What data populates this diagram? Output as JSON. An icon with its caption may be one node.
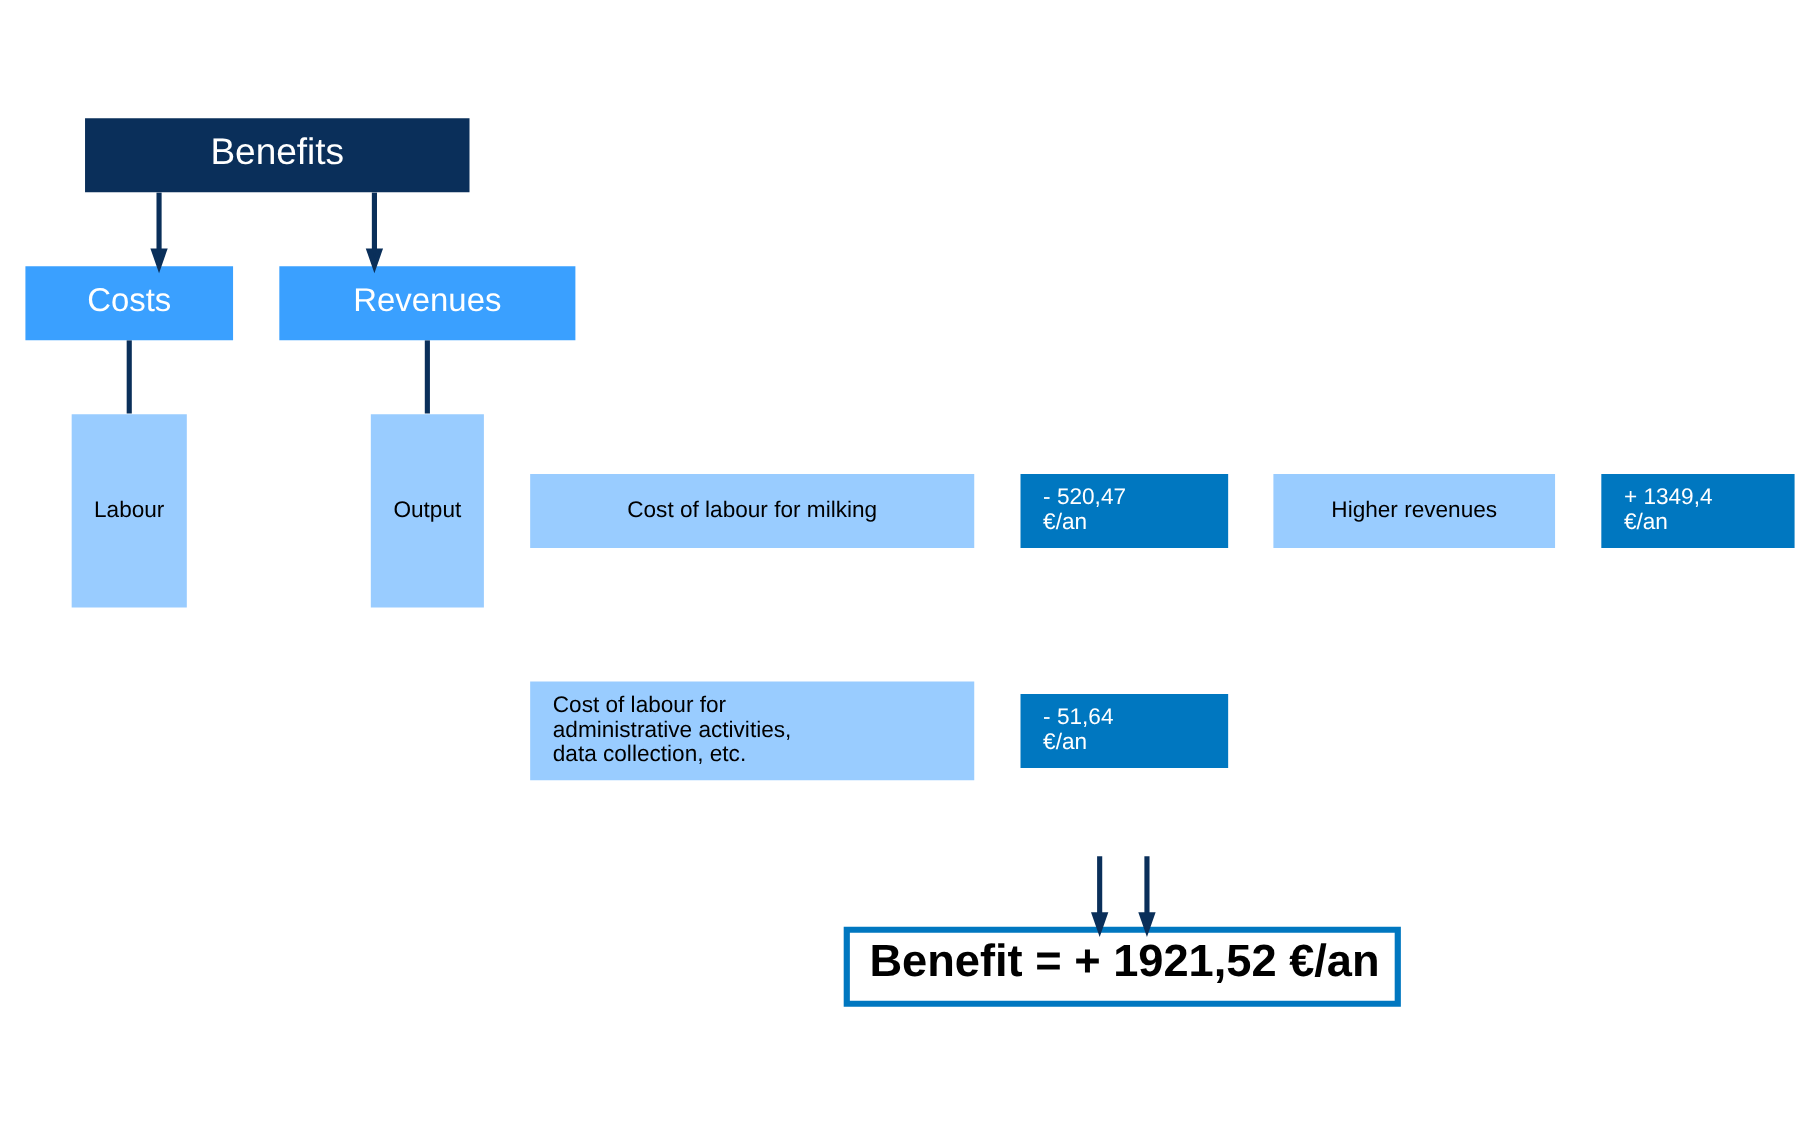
{
  "diagram": {
    "nodes": [
      {
        "text": [
          "Benefits"
        ]
      },
      {
        "text": [
          "Costs"
        ]
      },
      {
        "text": [
          "Revenues"
        ]
      },
      {
        "text": [
          "Labour"
        ]
      },
      {
        "text": [
          "Cost of labour for milking"
        ]
      },
      {
        "text": [
          "- 520,47 €/an"
        ]
      },
      {
        "text": [
          "Cost of labour for administrative activities, data collection, etc."
        ]
      },
      {
        "text": [
          "- 51,64 €/an"
        ]
      },
      {
        "text": [
          "Output"
        ]
      },
      {
        "text": [
          "Higher revenues"
        ]
      },
      {
        "text": [
          "+ 1349,4 €/an"
        ]
      },
      {
        "text": [
          "Benefit = + 1921,52 €/an"
        ]
      }
    ],
    "edges": [
      {
        "from": 0,
        "to": 1,
        "arrow": "to"
      },
      {
        "from": 0,
        "to": 2,
        "arrow": "to"
      },
      {
        "from": 1,
        "to": 3,
        "arrow": "none"
      },
      {
        "from": 2,
        "to": 8,
        "arrow": "none"
      },
      {
        "from": null,
        "to": 11,
        "arrow": "to"
      },
      {
        "from": null,
        "to": 11,
        "arrow": "to"
      }
    ]
  }
}
